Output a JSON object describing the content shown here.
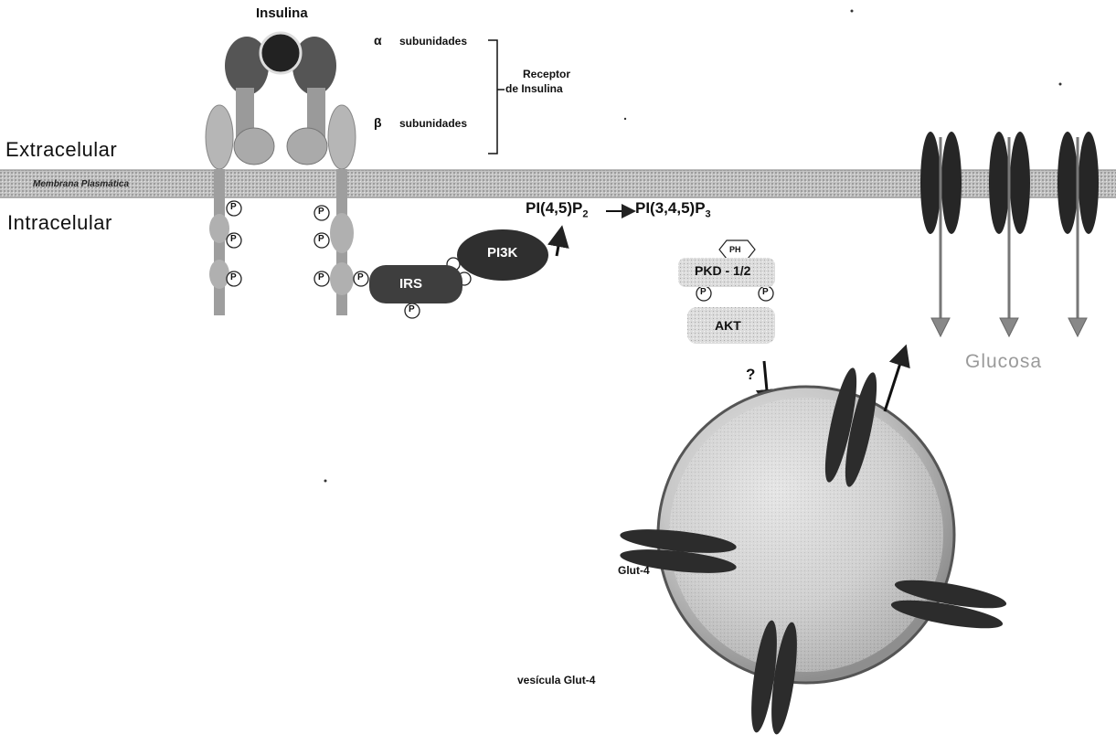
{
  "labels": {
    "insulina": "Insulina",
    "alpha_symbol": "α",
    "alpha_text": "subunidades",
    "beta_symbol": "β",
    "beta_text": "subunidades",
    "receptor_line1": "Receptor",
    "receptor_line2": "de Insulina",
    "extracelular": "Extracelular",
    "intracelular": "Intracelular",
    "membrana": "Membrana Plasmática",
    "pi3k": "PI3K",
    "irs": "IRS",
    "phospho": "P",
    "pi45p2": "PI(4,5)P",
    "pi45p2_sub": "2",
    "pi345p3": "PI(3,4,5)P",
    "pi345p3_sub": "3",
    "ph": "PH",
    "pkd": "PKD - 1/2",
    "akt": "AKT",
    "question": "?",
    "glucosa": "Glucosa",
    "glut4": "Glut-4",
    "vesicula": "vesícula Glut-4"
  },
  "colors": {
    "background": "#ffffff",
    "membrane": "#b8b8b8",
    "dark_protein": "#3a3a3a",
    "receptor_grey": "#a8a8a8",
    "vesicle": "#bdbdbd",
    "glucosa_text": "#9a9a9a"
  }
}
